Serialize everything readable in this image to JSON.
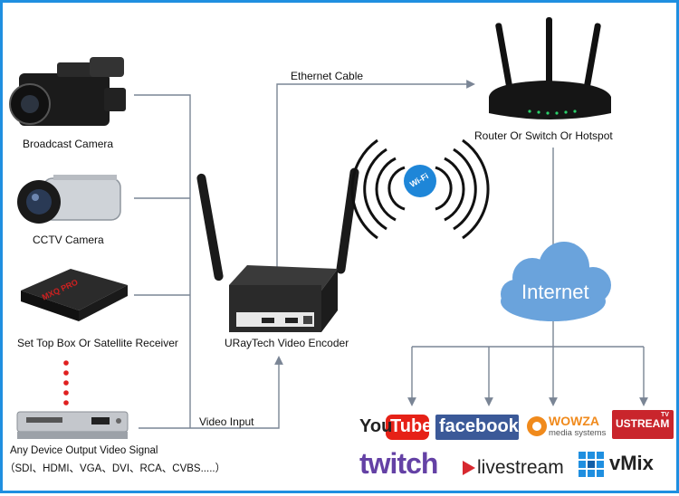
{
  "devices": {
    "broadcast_camera": "Broadcast Camera",
    "cctv_camera": "CCTV Camera",
    "set_top_box": "Set Top Box Or Satellite Receiver",
    "any_device": "Any Device Output Video Signal",
    "any_device_signals": "（SDI、HDMI、VGA、DVI、RCA、CVBS.....）",
    "box_brand": "MXQ PRO"
  },
  "encoder": {
    "label": "URayTech Video Encoder"
  },
  "connections": {
    "ethernet_cable": "Ethernet Cable",
    "video_input": "Video Input",
    "wifi": "Wi-Fi"
  },
  "router": {
    "label": "Router Or Switch Or Hotspot"
  },
  "cloud": {
    "label": "Internet"
  },
  "platforms": {
    "youtube_you": "You",
    "youtube_tube": "Tube",
    "facebook": "facebook",
    "wowza_name": "WOWZA",
    "wowza_sub": "media systems",
    "ustream": "USTREAM",
    "ustream_tv": "TV",
    "twitch": "twitch",
    "livestream": "livestream",
    "vmix": "vMix"
  },
  "colors": {
    "border": "#1f8fe0",
    "line": "#7a8595",
    "cloud": "#6aa3dc",
    "youtube_red": "#e62117",
    "facebook_blue": "#3b5998",
    "wowza_orange": "#f08a1c",
    "ustream_red": "#c9252c",
    "twitch_purple": "#6441a5",
    "livestream_red": "#d7282f",
    "dots_red": "#e02020"
  }
}
